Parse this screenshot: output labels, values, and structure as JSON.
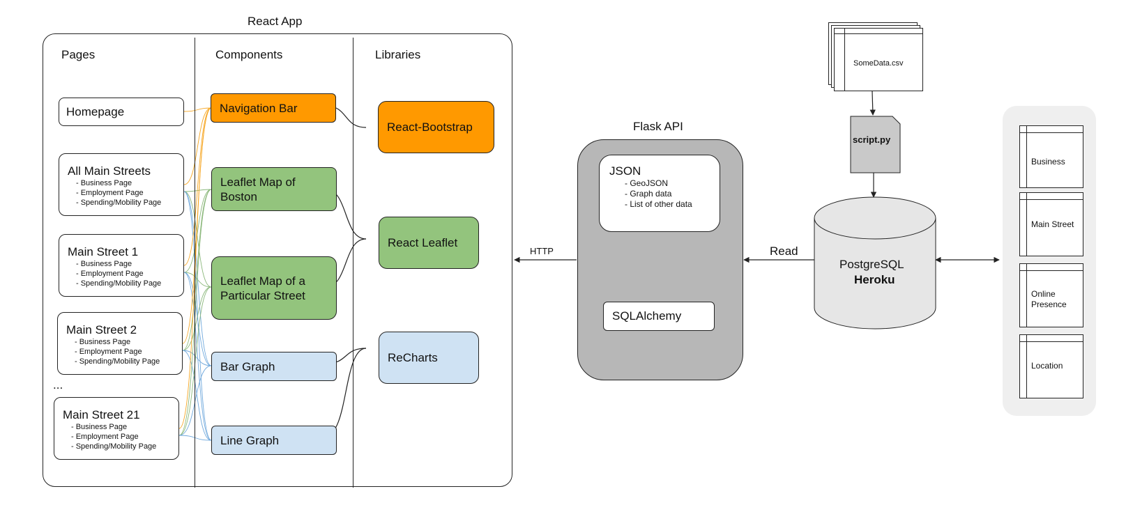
{
  "react_app": {
    "title": "React App",
    "columns": {
      "pages": "Pages",
      "components": "Components",
      "libraries": "Libraries"
    },
    "pages": [
      {
        "title": "Homepage",
        "subs": []
      },
      {
        "title": "All Main Streets",
        "subs": [
          "- Business Page",
          "- Employment Page",
          "- Spending/Mobility Page"
        ]
      },
      {
        "title": "Main Street 1",
        "subs": [
          "- Business Page",
          "- Employment Page",
          "- Spending/Mobility Page"
        ]
      },
      {
        "title": "Main Street 2",
        "subs": [
          "- Business Page",
          "- Employment Page",
          "- Spending/Mobility Page"
        ]
      },
      {
        "title": "Main Street 21",
        "subs": [
          "- Business Page",
          "- Employment Page",
          "- Spending/Mobility Page"
        ]
      }
    ],
    "ellipsis": "...",
    "components": {
      "navigation_bar": "Navigation Bar",
      "leaflet_boston_1": "Leaflet Map of",
      "leaflet_boston_2": "Boston",
      "leaflet_street_1": "Leaflet Map of a",
      "leaflet_street_2": "Particular Street",
      "bar_graph": "Bar Graph",
      "line_graph": "Line Graph"
    },
    "libraries": {
      "react_bootstrap": "React-Bootstrap",
      "react_leaflet": "React Leaflet",
      "recharts": "ReCharts"
    }
  },
  "flask_api": {
    "title": "Flask API",
    "json_title": "JSON",
    "json_items": [
      "- GeoJSON",
      "- Graph data",
      "- List of other data"
    ],
    "sqlalchemy": "SQLAlchemy"
  },
  "edges": {
    "http": "HTTP",
    "read": "Read"
  },
  "data_source": {
    "csv": "SomeData.csv",
    "script": "script.py",
    "db_line1": "PostgreSQL",
    "db_line2": "Heroku"
  },
  "tables": [
    "Business",
    "Main Street",
    "Online Presence",
    "Location"
  ],
  "colors": {
    "orange": "#ff9900",
    "green": "#93c47d",
    "blue": "#cfe2f3",
    "flask_gray": "#b7b7b7",
    "db_gray": "#e6e6e6",
    "tables_panel": "#efefef",
    "link_orange": "#f6a623",
    "link_blue": "#6fa8dc"
  }
}
